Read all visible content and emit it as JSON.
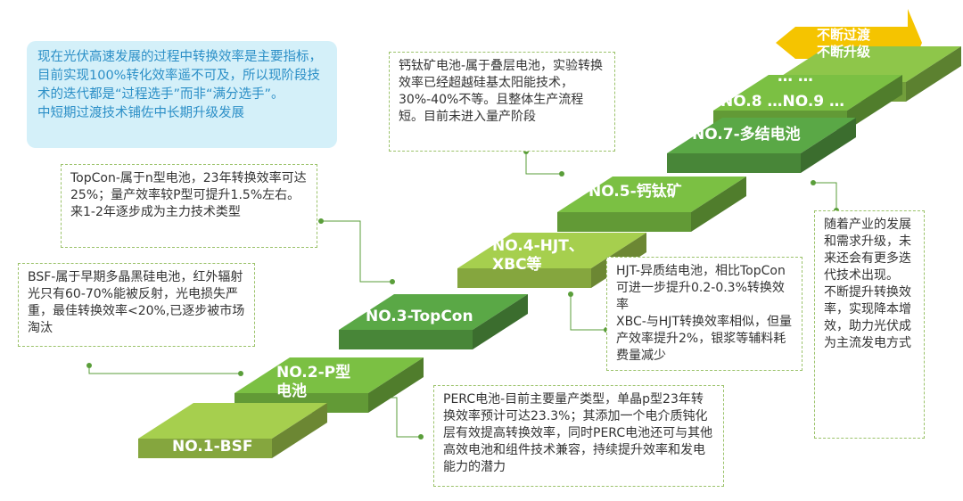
{
  "intro_note": "现在光伏高速发展的过程中转换效率是主要指标，目前实现100%转化效率遥不可及，所以现阶段技术的迭代都是“过程选手”而非“满分选手”。\n中短期过渡技术铺佐中长期升级发展",
  "arrow_label": "不断过渡\n不断升级",
  "steps": [
    {
      "label": "NO.1-BSF",
      "color": "#a6cf4e"
    },
    {
      "label": "NO.2-P型\n电池",
      "color": "#7bc043"
    },
    {
      "label": "NO.3-TopCon",
      "color": "#5aa846"
    },
    {
      "label": "NO.4-HJT、\nXBC等",
      "color": "#a6cf4e"
    },
    {
      "label": "NO.5-钙钛矿",
      "color": "#7bc043"
    },
    {
      "label": "NO.7-多结电池",
      "color": "#5aa846"
    },
    {
      "label": "NO.8 …NO.9 …",
      "color": "#7bc043"
    },
    {
      "label": "… …",
      "color": "#8ec64a"
    }
  ],
  "notes": {
    "perovskite": "钙钛矿电池-属于叠层电池，实验转换效率已经超越硅基太阳能技术，30%-40%不等。且整体生产流程短。目前未进入量产阶段",
    "topcon": "TopCon-属于n型电池，23年转换效率可达25%；量产效率较P型可提升1.5%左右。来1-2年逐步成为主力技术类型",
    "bsf": "BSF-属于早期多晶黑硅电池，红外辐射光只有60-70%能被反射，光电损失严重，最佳转换效率<20%,已逐步被市场淘汰",
    "hjt_xbc": "HJT-异质结电池，相比TopCon可进一步提升0.2-0.3%转换效率\nXBC-与HJT转换效率相似，但量产效率提升2%，银浆等辅料耗费量减少",
    "perc": "PERC电池-目前主要量产类型，单晶p型23年转换效率预计可达23.3%；其添加一个电介质钝化层有效提高转换效率，同时PERC电池还可与其他高效电池和组件技术兼容，持续提升效率和发电能力的潜力",
    "future": "随着产业的发展和需求升级，未来还会有更多迭代技术出现。\n不断提升转换效率，实现降本增效，助力光伏成为主流发电方式"
  },
  "colors": {
    "arrow": "#f5c400",
    "intro_bg": "#d4f0f9",
    "intro_text": "#2c8fc7",
    "note_border": "#9bc26a",
    "connector": "#5a9e3a"
  }
}
